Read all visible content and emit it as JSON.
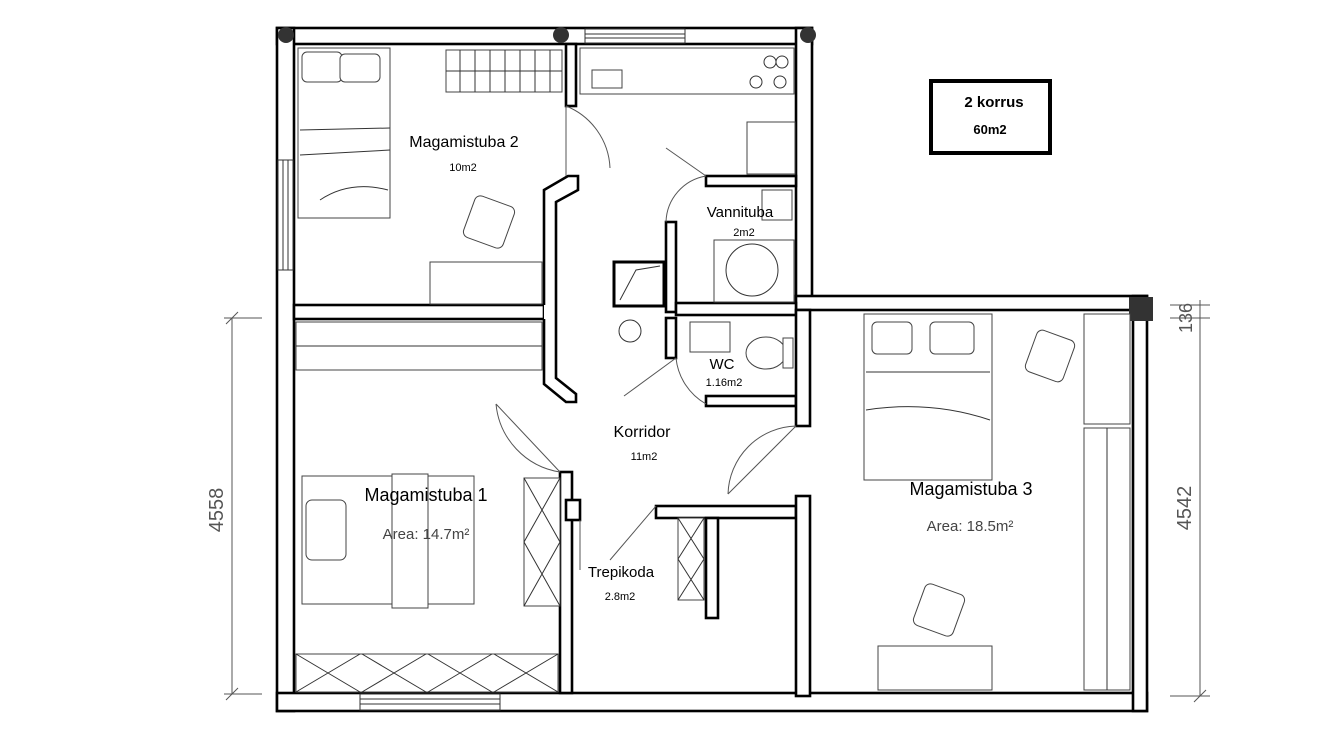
{
  "floor_box": {
    "title": "2 korrus",
    "area": "60m2"
  },
  "rooms": [
    {
      "name": "Magamistuba 2",
      "area": "10m2"
    },
    {
      "name": "Vannituba",
      "area": "2m2"
    },
    {
      "name": "WC",
      "area": "1.16m2"
    },
    {
      "name": "Korridor",
      "area": "11m2"
    },
    {
      "name": "Magamistuba 1",
      "area": "Area: 14.7m²"
    },
    {
      "name": "Trepikoda",
      "area": "2.8m2"
    },
    {
      "name": "Magamistuba 3",
      "area": "Area: 18.5m²"
    }
  ],
  "dimensions": {
    "left_height": "4558",
    "right_height": "4542",
    "right_offset": "136"
  }
}
